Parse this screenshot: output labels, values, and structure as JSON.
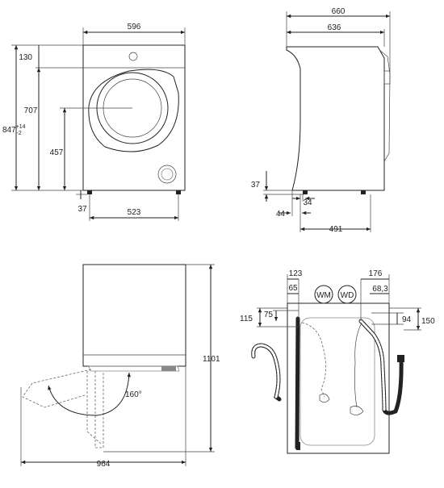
{
  "front_view": {
    "width": "596",
    "top_offset": "130",
    "door_center_height": "707",
    "total_height_main": "847",
    "total_height_sup": "+14",
    "total_height_sub": "-2",
    "lower_height": "457",
    "foot_height": "37",
    "foot_span": "523"
  },
  "side_view": {
    "total_depth": "660",
    "body_depth": "636",
    "foot_height": "37",
    "foot_offset_small": "34",
    "foot_offset": "44",
    "foot_span": "491"
  },
  "door_view": {
    "height": "1101",
    "opening_angle": "160°",
    "overall_width": "964"
  },
  "rear_view": {
    "wm_offset": "123",
    "wm_inner": "65",
    "wd_offset": "176",
    "wd_inner": "68,3",
    "left_drop_outer": "115",
    "left_drop_inner": "75",
    "right_drop_inner": "94",
    "right_drop_outer": "150",
    "label_wm": "WM",
    "label_wd": "WD"
  }
}
